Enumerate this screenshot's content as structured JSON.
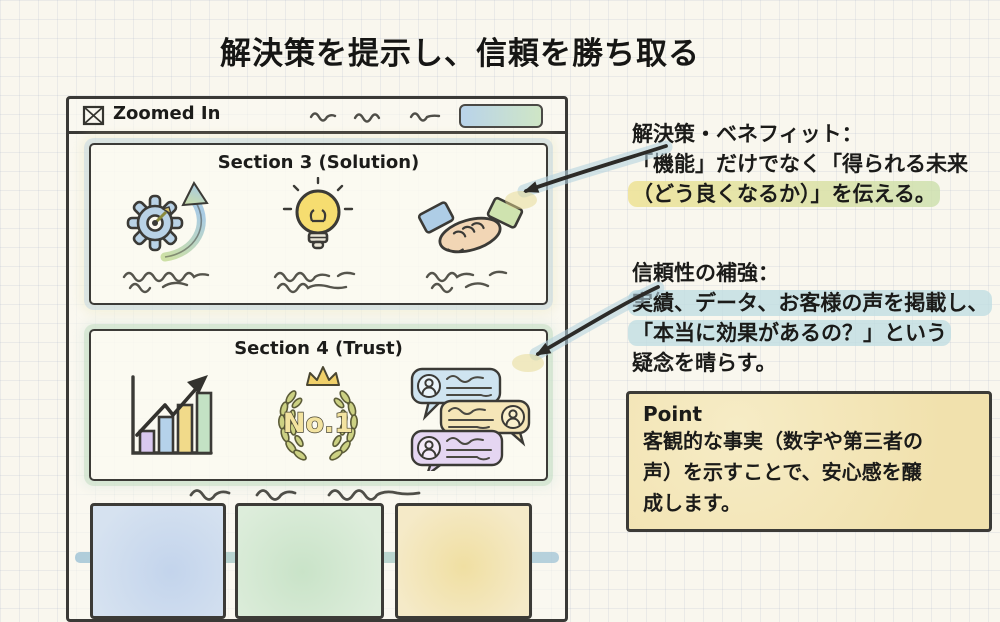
{
  "title": "解決策を提示し、信頼を勝ち取る",
  "window": {
    "title": "Zoomed In",
    "sections": [
      {
        "label": "Section 3 (Solution)",
        "icons": [
          "gear-growth-icon",
          "lightbulb-icon",
          "handshake-icon"
        ]
      },
      {
        "label": "Section 4 (Trust)",
        "icons": [
          "growth-chart-icon",
          "no1-laurel-icon",
          "testimonials-icon"
        ],
        "no1_label": "No.1"
      }
    ]
  },
  "annotations": [
    {
      "lines": [
        "解決策・ベネフィット：",
        "「機能」だけでなく「得られる未来",
        "（どう良くなるか）」を伝える。"
      ]
    },
    {
      "lines": [
        "信頼性の補強：",
        "実績、データ、お客様の声を掲載し、",
        "「本当に効果があるの？」という",
        "疑念を晴らす。"
      ]
    }
  ],
  "point_box": {
    "heading": "Point",
    "lines": [
      "客観的な事実（数字や第三者の",
      "声）を示すことで、安心感を醸",
      "成します。"
    ]
  },
  "colors": {
    "ink": "#2e2d2a",
    "paper": "#f9f7ee",
    "highlight_yellow_green": "#eee294",
    "highlight_blue": "#c1dde2",
    "point_box_fill": "#f3e5ba",
    "accent_blue": "#b9d3ea",
    "accent_green": "#cfe6c6",
    "accent_yellow": "#f1da8a",
    "accent_purple": "#d9c8ef"
  }
}
